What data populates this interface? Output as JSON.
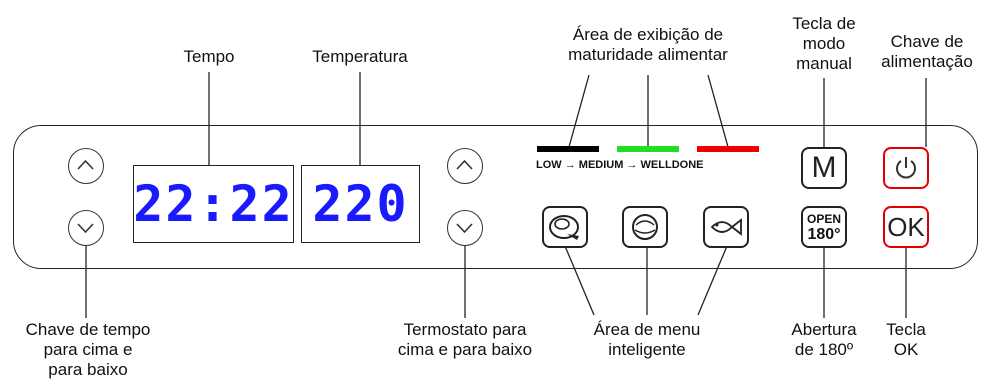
{
  "labels": {
    "tempo": "Tempo",
    "temperatura": "Temperatura",
    "maturidade": "Área de exibição de\nmaturidade alimentar",
    "modo_manual": "Tecla de\nmodo\nmanual",
    "alimentacao": "Chave de\nalimentação",
    "chave_tempo": "Chave de tempo\npara cima e\npara baixo",
    "termostato": "Termostato para\ncima e para baixo",
    "menu": "Área de menu\ninteligente",
    "abertura": "Abertura\nde 180º",
    "tecla_ok": "Tecla\nOK"
  },
  "display": {
    "time": "22:22",
    "temperature": "220"
  },
  "scale": {
    "low": "LOW",
    "medium": "MEDIUM",
    "welldone": "WELLDONE",
    "arrow": "→",
    "colors": {
      "low": "#000000",
      "medium": "#22dd22",
      "welldone": "#ee0000"
    }
  },
  "keys": {
    "manual": "M",
    "open_top": "OPEN",
    "open_bottom": "180°",
    "ok": "OK"
  },
  "colors": {
    "display_digits": "#1a1aff",
    "accent_red": "#e00000"
  }
}
